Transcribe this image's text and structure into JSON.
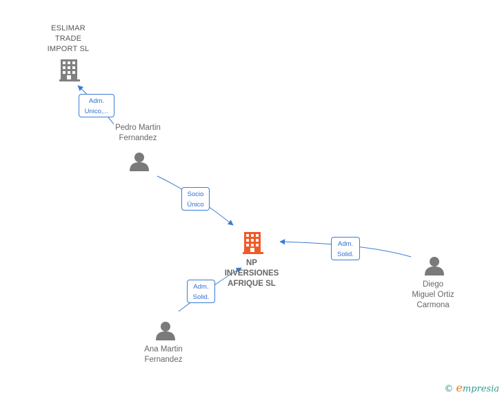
{
  "nodes": {
    "eslimar": {
      "label": "ESLIMAR\nTRADE\nIMPORT  SL",
      "kind": "company",
      "color": "#808080"
    },
    "np": {
      "label": "NP\nINVERSIONES\nAFRIQUE  SL",
      "kind": "company",
      "color": "#f05a28"
    },
    "pedro": {
      "label": "Pedro Martin\nFernandez",
      "kind": "person",
      "color": "#7a7a7a"
    },
    "diego": {
      "label": "Diego\nMiguel Ortiz\nCarmona",
      "kind": "person",
      "color": "#7a7a7a"
    },
    "ana": {
      "label": "Ana Martin\nFernandez",
      "kind": "person",
      "color": "#7a7a7a"
    }
  },
  "edges": {
    "pedro_eslimar": {
      "label": "Adm.\nUnico,..."
    },
    "pedro_np": {
      "label": "Socio\nÚnico"
    },
    "diego_np": {
      "label": "Adm.\nSolid."
    },
    "ana_np": {
      "label": "Adm.\nSolid."
    }
  },
  "colors": {
    "edge": "#3a7bd5"
  },
  "branding": {
    "copyright": "©",
    "name": "mpresia",
    "initial": "e"
  }
}
